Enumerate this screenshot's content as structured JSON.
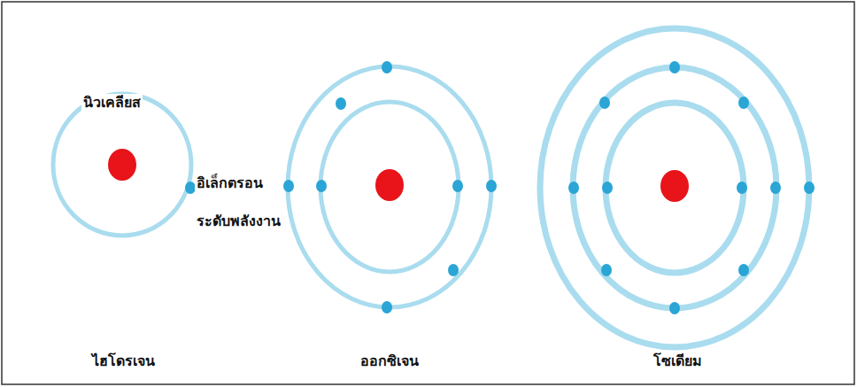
{
  "diagram": {
    "labels": [
      "นิวเคลียส",
      "อิเล็กตรอน",
      "ระดับพลังงาน",
      "ไฮโดรเจน",
      "ออกซิเจน",
      "โซเดียม"
    ]
  }
}
